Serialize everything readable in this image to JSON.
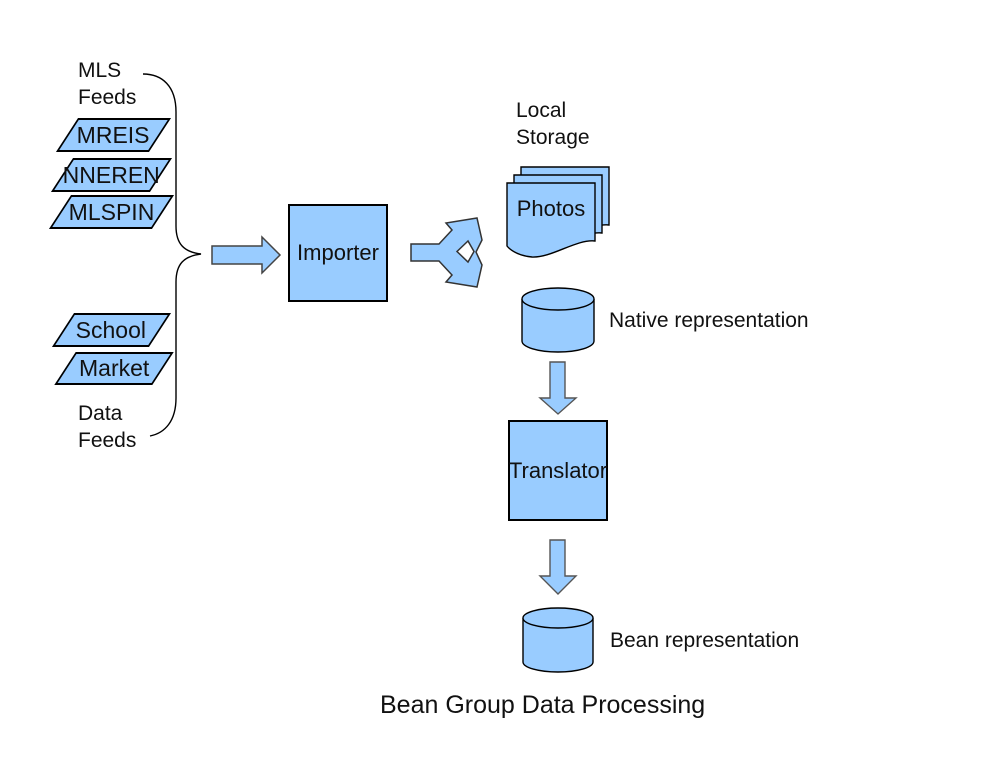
{
  "title": "Bean Group Data Processing",
  "groups": {
    "mls_feeds_label": "MLS\nFeeds",
    "data_feeds_label": "Data\nFeeds",
    "mls_feeds": [
      "MREIS",
      "NNEREN",
      "MLSPIN"
    ],
    "data_feeds": [
      "School",
      "Market"
    ]
  },
  "nodes": {
    "importer": "Importer",
    "translator": "Translator"
  },
  "storage": {
    "local_storage_label": "Local\nStorage",
    "photos": "Photos",
    "native": "Native representation",
    "bean": "Bean representation"
  },
  "colors": {
    "shape_fill": "#99CCFF",
    "shape_stroke": "#000000",
    "arrow_stroke": "#444444",
    "background": "#FFFFFF",
    "text": "#111111"
  }
}
